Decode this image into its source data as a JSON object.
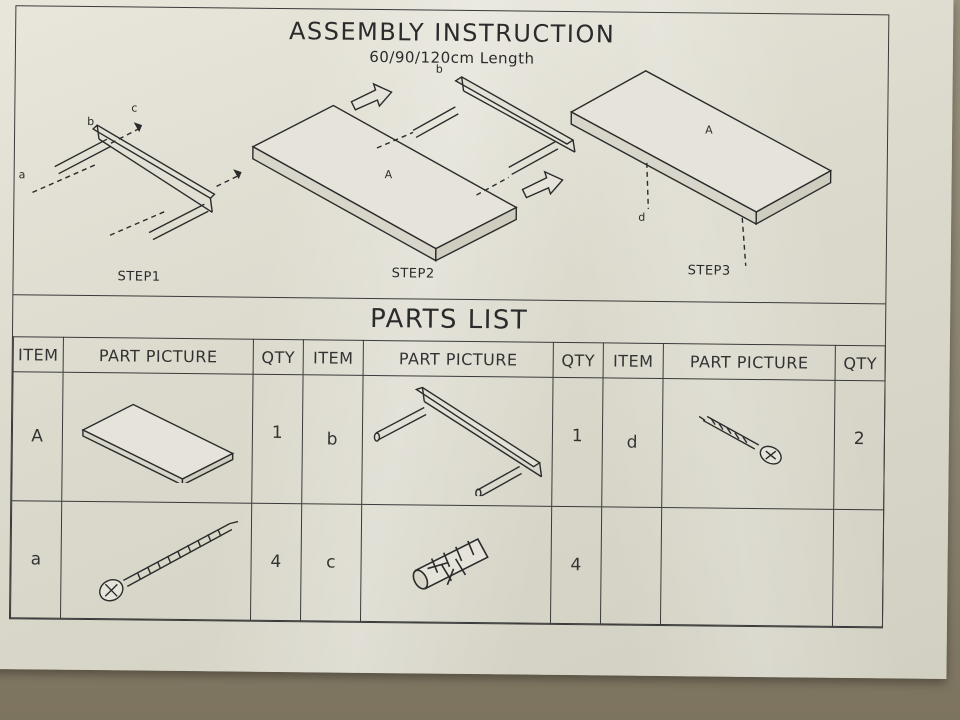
{
  "header": {
    "title": "ASSEMBLY INSTRUCTION",
    "subtitle": "60/90/120cm  Length"
  },
  "steps": [
    {
      "label": "STEP1",
      "callouts": [
        "a",
        "b",
        "c"
      ]
    },
    {
      "label": "STEP2",
      "callouts": [
        "A",
        "b"
      ]
    },
    {
      "label": "STEP3",
      "callouts": [
        "A",
        "d"
      ]
    }
  ],
  "parts_list": {
    "title": "PARTS LIST",
    "columns": [
      "ITEM",
      "PART PICTURE",
      "QTY",
      "ITEM",
      "PART PICTURE",
      "QTY",
      "ITEM",
      "PART PICTURE",
      "QTY"
    ],
    "rows": [
      [
        {
          "item": "A",
          "picture": "shelf-board-icon",
          "qty": "1"
        },
        {
          "item": "b",
          "picture": "bracket-rod-icon",
          "qty": "1"
        },
        {
          "item": "d",
          "picture": "small-screw-icon",
          "qty": "2"
        }
      ],
      [
        {
          "item": "a",
          "picture": "long-screw-icon",
          "qty": "4"
        },
        {
          "item": "c",
          "picture": "wall-plug-icon",
          "qty": "4"
        },
        {
          "item": "",
          "picture": "",
          "qty": ""
        }
      ]
    ]
  }
}
